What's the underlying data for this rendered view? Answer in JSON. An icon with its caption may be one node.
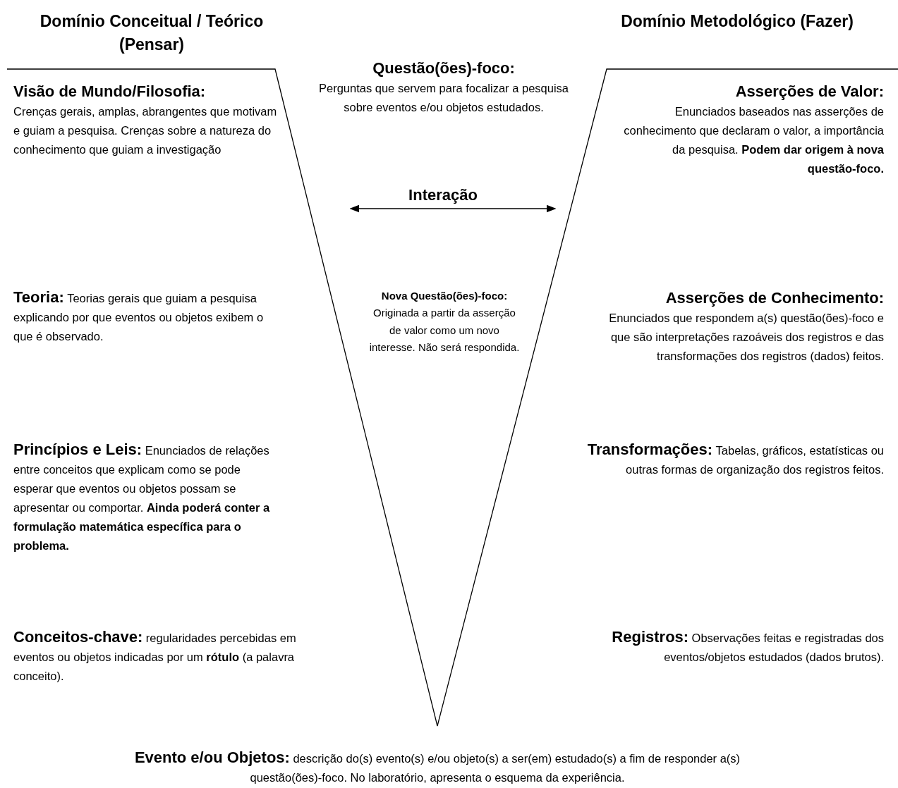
{
  "diagram": {
    "labels": [
      "Domínio Conceitual / Teórico (Pensar)",
      "Domínio Metodológico (Fazer)",
      "Questão(ões)-foco:",
      "Perguntas que servem para focalizar a pesquisa sobre eventos e/ou objetos estudados.",
      "Visão de Mundo/Filosofia:",
      "Crenças gerais, amplas, abrangentes que motivam e guiam a pesquisa. Crenças sobre a natureza do conhecimento que guiam a investigação",
      "Asserções de Valor:",
      "Enunciados baseados nas asserções de conhecimento que declaram o valor, a importância da pesquisa. **Podem dar origem à nova questão-foco.**",
      "Interação",
      "Teoria:",
      "Teorias gerais que guiam a pesquisa explicando por que eventos ou objetos exibem o que é observado.",
      "Nova Questão(ões)-foco:",
      "Originada a partir da asserção de valor como um novo interesse. Não será respondida.",
      "Asserções de Conhecimento:",
      "Enunciados que respondem a(s) questão(ões)-foco e que são interpretações razoáveis dos registros e das transformações dos registros (dados) feitos.",
      "Princípios e Leis:",
      "Enunciados de relações entre conceitos que explicam como se pode esperar que eventos ou objetos possam se apresentar ou comportar. **Ainda poderá conter a formulação matemática específica para o problema.**",
      "Transformações:",
      "Tabelas, gráficos, estatísticas ou outras formas de organização dos registros feitos.",
      "Conceitos-chave:",
      "regularidades percebidas em eventos ou objetos indicadas por um **rótulo** (a palavra conceito).",
      "Registros:",
      "Observações feitas e registradas dos eventos/objetos estudados (dados brutos).",
      "Evento e/ou Objetos:",
      "descrição do(s) evento(s) e/ou objeto(s) a ser(em) estudado(s) a fim de responder a(s) questão(ões)-foco. No laboratório, apresenta o esquema da experiência."
    ]
  }
}
